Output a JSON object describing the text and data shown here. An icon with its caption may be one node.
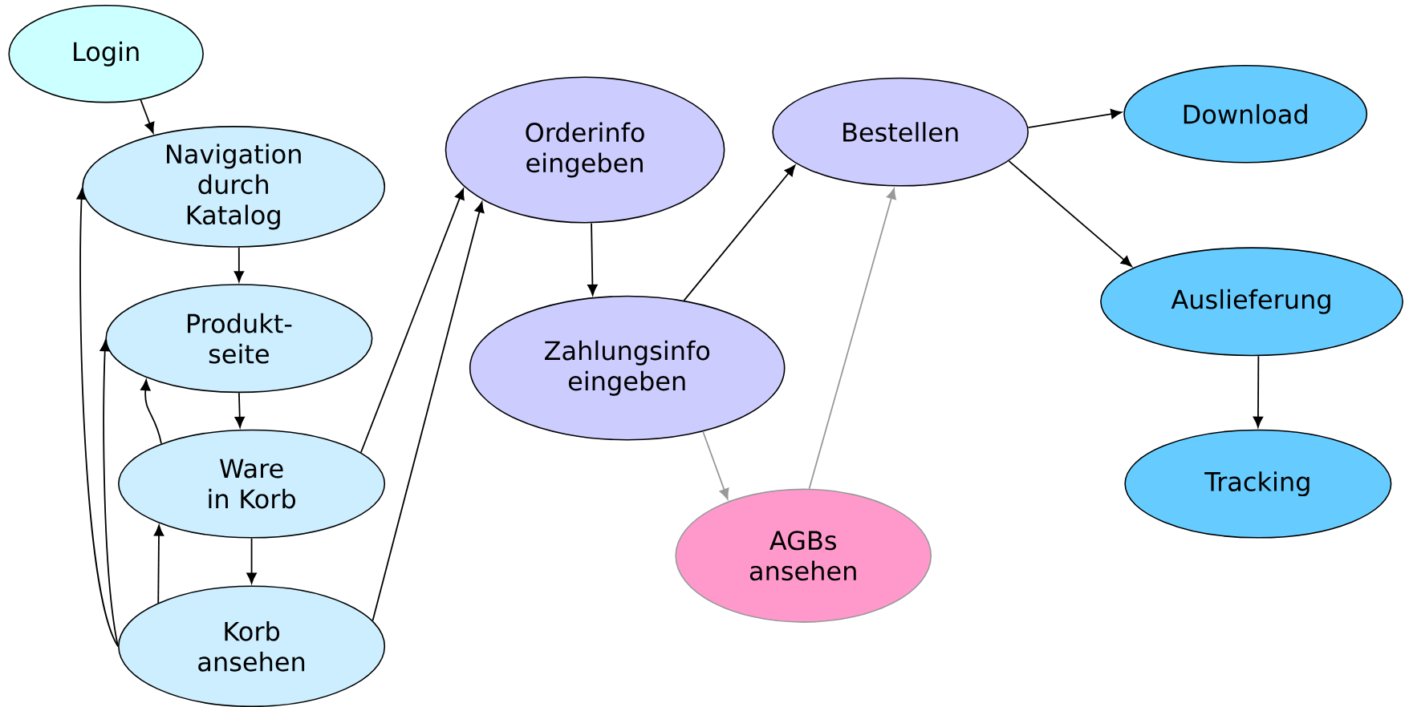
{
  "diagram": {
    "nodes": [
      {
        "text": [
          "Login"
        ]
      },
      {
        "text": [
          "Navigation durch Katalog"
        ]
      },
      {
        "text": [
          "Produkt-seite"
        ]
      },
      {
        "text": [
          "Ware in Korb"
        ]
      },
      {
        "text": [
          "Korb ansehen"
        ]
      },
      {
        "text": [
          "Orderinfo eingeben"
        ]
      },
      {
        "text": [
          "Zahlungsinfo eingeben"
        ]
      },
      {
        "text": [
          "Bestellen"
        ]
      },
      {
        "text": [
          "Download"
        ]
      },
      {
        "text": [
          "Auslieferung"
        ]
      },
      {
        "text": [
          "Tracking"
        ]
      },
      {
        "text": [
          "AGBs ansehen"
        ]
      }
    ],
    "edges": [
      {
        "from": 0,
        "to": 1,
        "arrow": "to"
      },
      {
        "from": 1,
        "to": 2,
        "arrow": "to"
      },
      {
        "from": 2,
        "to": 3,
        "arrow": "to"
      },
      {
        "from": 3,
        "to": 4,
        "arrow": "to"
      },
      {
        "from": 4,
        "to": 3,
        "arrow": "to"
      },
      {
        "from": 3,
        "to": 2,
        "arrow": "to"
      },
      {
        "from": 4,
        "to": 1,
        "arrow": "to"
      },
      {
        "from": 4,
        "to": 2,
        "arrow": "to"
      },
      {
        "from": 3,
        "to": 5,
        "arrow": "to"
      },
      {
        "from": 4,
        "to": 5,
        "arrow": "to"
      },
      {
        "from": 5,
        "to": 6,
        "arrow": "to"
      },
      {
        "from": 6,
        "to": 7,
        "arrow": "to"
      },
      {
        "from": 6,
        "to": 11,
        "arrow": "to",
        "color": "#999999"
      },
      {
        "from": 11,
        "to": 7,
        "arrow": "to",
        "color": "#999999"
      },
      {
        "from": 7,
        "to": 8,
        "arrow": "to"
      },
      {
        "from": 7,
        "to": 9,
        "arrow": "to"
      },
      {
        "from": 9,
        "to": 10,
        "arrow": "to"
      }
    ]
  }
}
